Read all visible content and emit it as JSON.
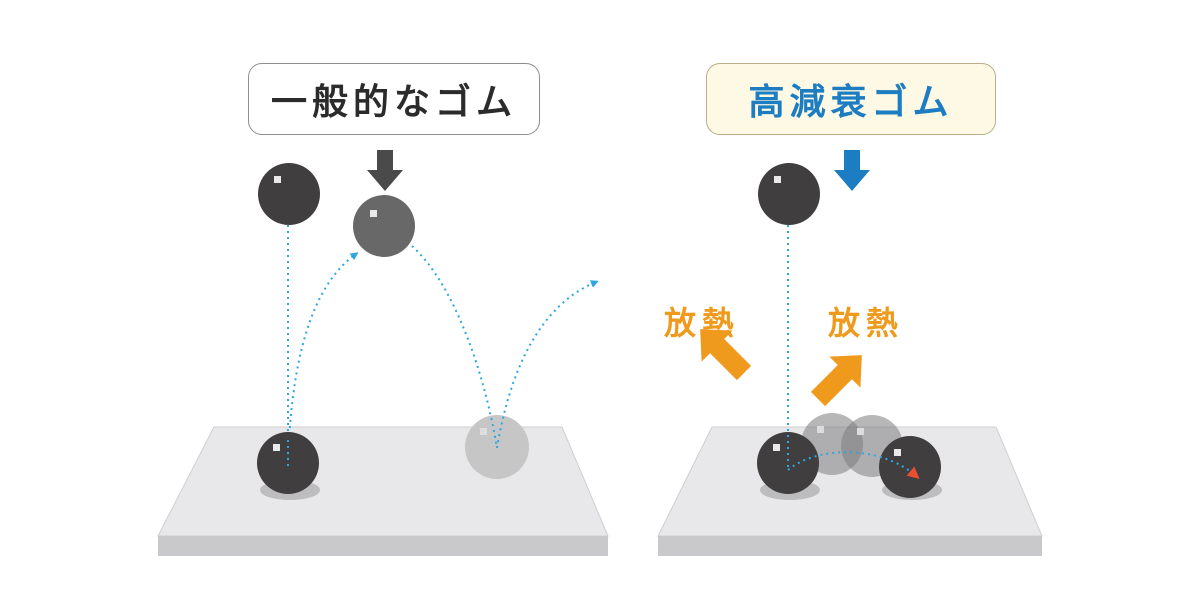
{
  "labels": {
    "general_rubber": "一般的なゴム",
    "high_damping_rubber": "高減衰ゴム",
    "heat_release_left": "放熱",
    "heat_release_right": "放熱"
  },
  "colors": {
    "ball_dark": "#403e3f",
    "ball_mid": "#696869",
    "ball_faded": "#c6c6c6",
    "platform_top": "#e8e8ea",
    "platform_side": "#c9c9cb",
    "trajectory": "#2ea7e0",
    "arrow_gray": "#4a4a4a",
    "arrow_blue": "#1d7dc2",
    "arrow_orange": "#ef9a1d",
    "roll_arrowhead": "#e8502f",
    "label_blue_text": "#1d7dc2",
    "label_cream_bg": "#fdf9e5"
  },
  "icons": {
    "drop_arrow_left": "down-arrow-gray",
    "drop_arrow_right": "down-arrow-blue",
    "heat_arrows": "diagonal-up-arrow-orange"
  }
}
